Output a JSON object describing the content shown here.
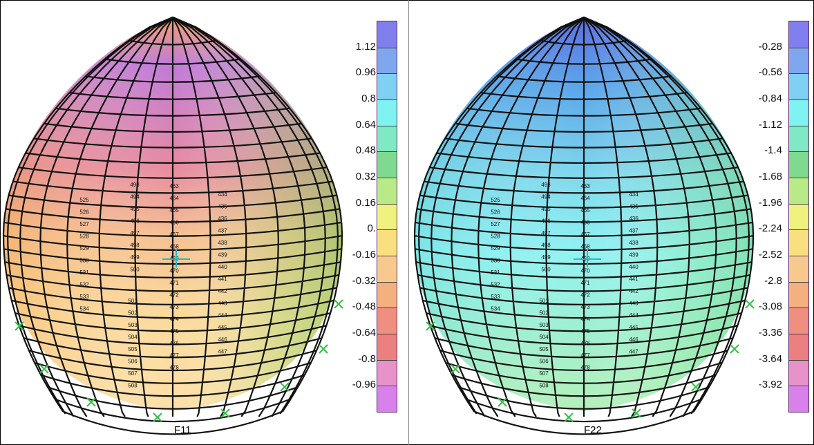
{
  "panels": [
    {
      "title": "F11",
      "scale_labels": [
        "1.12",
        "0.96",
        "0.8",
        "0.64",
        "0.48",
        "0.32",
        "0.16",
        "0.",
        "-0.16",
        "-0.32",
        "-0.48",
        "-0.64",
        "-0.8",
        "-0.96"
      ],
      "scale_colors": [
        "#7f7fef",
        "#7fa7f0",
        "#7fd0f2",
        "#7ff2f2",
        "#7fe8c4",
        "#7fd98e",
        "#b8ea87",
        "#f0f27f",
        "#f8e07f",
        "#f7c98f",
        "#f4b07f",
        "#ef8f7f",
        "#ec7f7f",
        "#e792c8",
        "#d981ea"
      ],
      "node_labels": [
        "493",
        "494",
        "495",
        "496",
        "497",
        "498",
        "499",
        "500",
        "463",
        "464",
        "465",
        "466",
        "467",
        "468",
        "469",
        "470",
        "471",
        "472",
        "473",
        "474",
        "475",
        "476",
        "477",
        "478",
        "434",
        "435",
        "436",
        "437",
        "438",
        "439",
        "440",
        "441",
        "442",
        "443",
        "444",
        "445",
        "446",
        "447",
        "501",
        "502",
        "503",
        "504",
        "505",
        "506",
        "507",
        "508",
        "525",
        "526",
        "527",
        "528",
        "529",
        "530",
        "531",
        "532",
        "533",
        "534"
      ]
    },
    {
      "title": "F22",
      "scale_labels": [
        "-0.28",
        "-0.56",
        "-0.84",
        "-1.12",
        "-1.4",
        "-1.68",
        "-1.96",
        "-2.24",
        "-2.52",
        "-2.8",
        "-3.08",
        "-3.36",
        "-3.64",
        "-3.92"
      ],
      "scale_colors": [
        "#7f7fef",
        "#7fa7f0",
        "#7fd0f2",
        "#7ff2f2",
        "#7fe8c4",
        "#7fd98e",
        "#b8ea87",
        "#f0f27f",
        "#f8e07f",
        "#f7c98f",
        "#f4b07f",
        "#ef8f7f",
        "#ec7f7f",
        "#e792c8",
        "#d981ea"
      ],
      "node_labels": [
        "493",
        "494",
        "495",
        "496",
        "497",
        "498",
        "499",
        "500",
        "463",
        "464",
        "465",
        "466",
        "467",
        "468",
        "469",
        "470",
        "471",
        "472",
        "473",
        "474",
        "475",
        "476",
        "477",
        "478",
        "434",
        "435",
        "436",
        "437",
        "438",
        "439",
        "440",
        "441",
        "442",
        "443",
        "444",
        "445",
        "446",
        "447",
        "501",
        "502",
        "503",
        "504",
        "505",
        "506",
        "507",
        "508",
        "525",
        "526",
        "527",
        "528",
        "529",
        "530",
        "531",
        "532",
        "533",
        "534"
      ]
    }
  ]
}
